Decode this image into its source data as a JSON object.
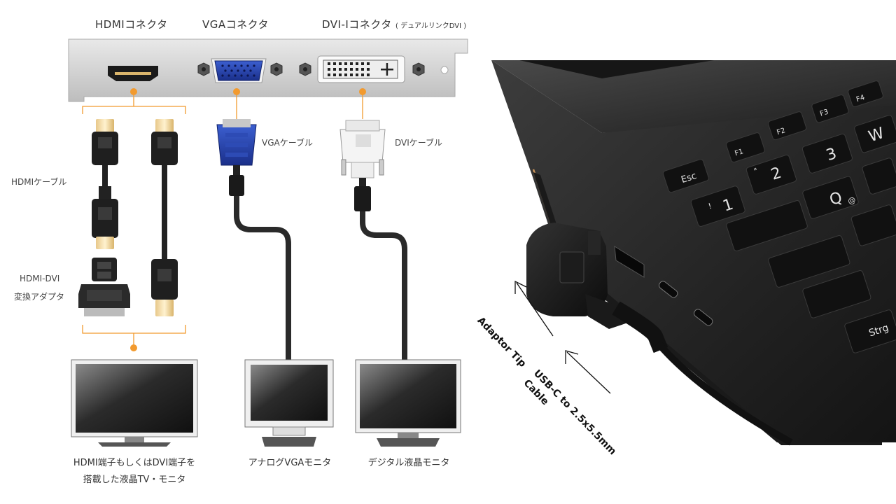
{
  "diagram": {
    "headers": {
      "hdmi": "HDMIコネクタ",
      "vga": "VGAコネクタ",
      "dvi": "DVI-Iコネクタ",
      "dvi_note": "( デュアルリンクDVI )"
    },
    "labels": {
      "hdmi_cable": "HDMIケーブル",
      "adapter_line1": "HDMI-DVI",
      "adapter_line2": "変換アダプタ",
      "vga_cable": "VGAケーブル",
      "dvi_cable": "DVIケーブル"
    },
    "monitors": {
      "hdmi_line1": "HDMI端子もしくはDVI端子を",
      "hdmi_line2": "搭載した液晶TV・モニタ",
      "vga": "アナログVGAモニタ",
      "dvi": "デジタル液晶モニタ"
    },
    "accent_color": "#f29a2e"
  },
  "photo": {
    "annotations": {
      "adaptor_tip": "Adaptor Tip",
      "cable_line1": "USB-C to 2.5x5.5mm",
      "cable_line2": "Cable"
    },
    "keys": {
      "esc": "Esc",
      "f1": "F1",
      "f2": "F2",
      "f3": "F3",
      "f4": "F4",
      "k1": "1",
      "k2": "2",
      "k3": "3",
      "q": "Q",
      "w": "W",
      "strg": "Strg",
      "at": "@",
      "excl": "!",
      "quote": "\""
    }
  }
}
